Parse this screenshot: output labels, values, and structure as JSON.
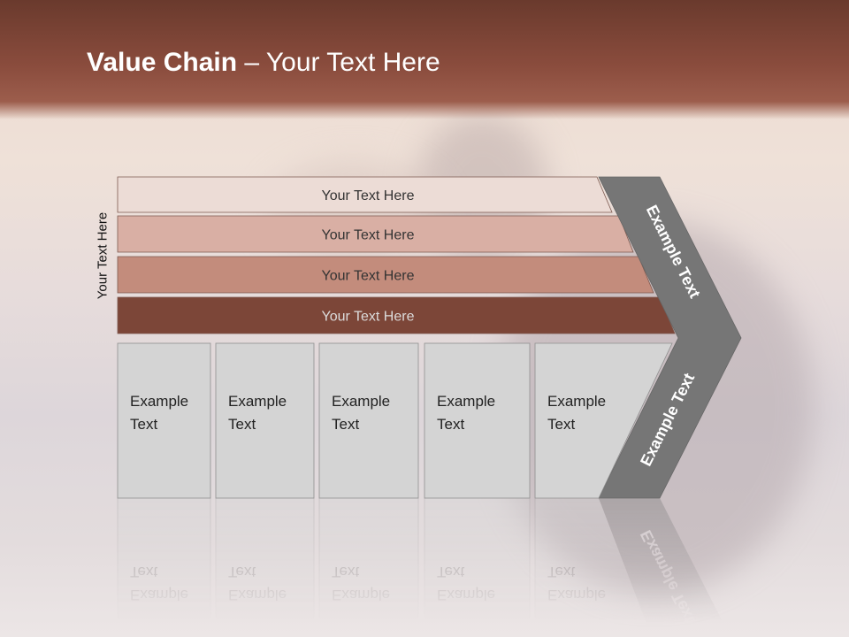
{
  "title": {
    "bold": "Value Chain",
    "rest": " – Your Text Here"
  },
  "side_label": "Your Text Here",
  "rows": [
    {
      "label": "Your Text Here",
      "color": "#ecdcd6",
      "text_color": "#333333"
    },
    {
      "label": "Your Text Here",
      "color": "#d9afa4",
      "text_color": "#333333"
    },
    {
      "label": "Your Text Here",
      "color": "#c38c7c",
      "text_color": "#333333"
    },
    {
      "label": "Your Text Here",
      "color": "#7c4638",
      "text_color": "#dcdcdc"
    }
  ],
  "boxes": [
    {
      "line1": "Example",
      "line2": "Text"
    },
    {
      "line1": "Example",
      "line2": "Text"
    },
    {
      "line1": "Example",
      "line2": "Text"
    },
    {
      "line1": "Example",
      "line2": "Text"
    },
    {
      "line1": "Example",
      "line2": "Text"
    }
  ],
  "chevron": {
    "upper": "Example Text",
    "lower": "Example Text",
    "color": "#767676"
  },
  "box_color": "#d4d4d4"
}
